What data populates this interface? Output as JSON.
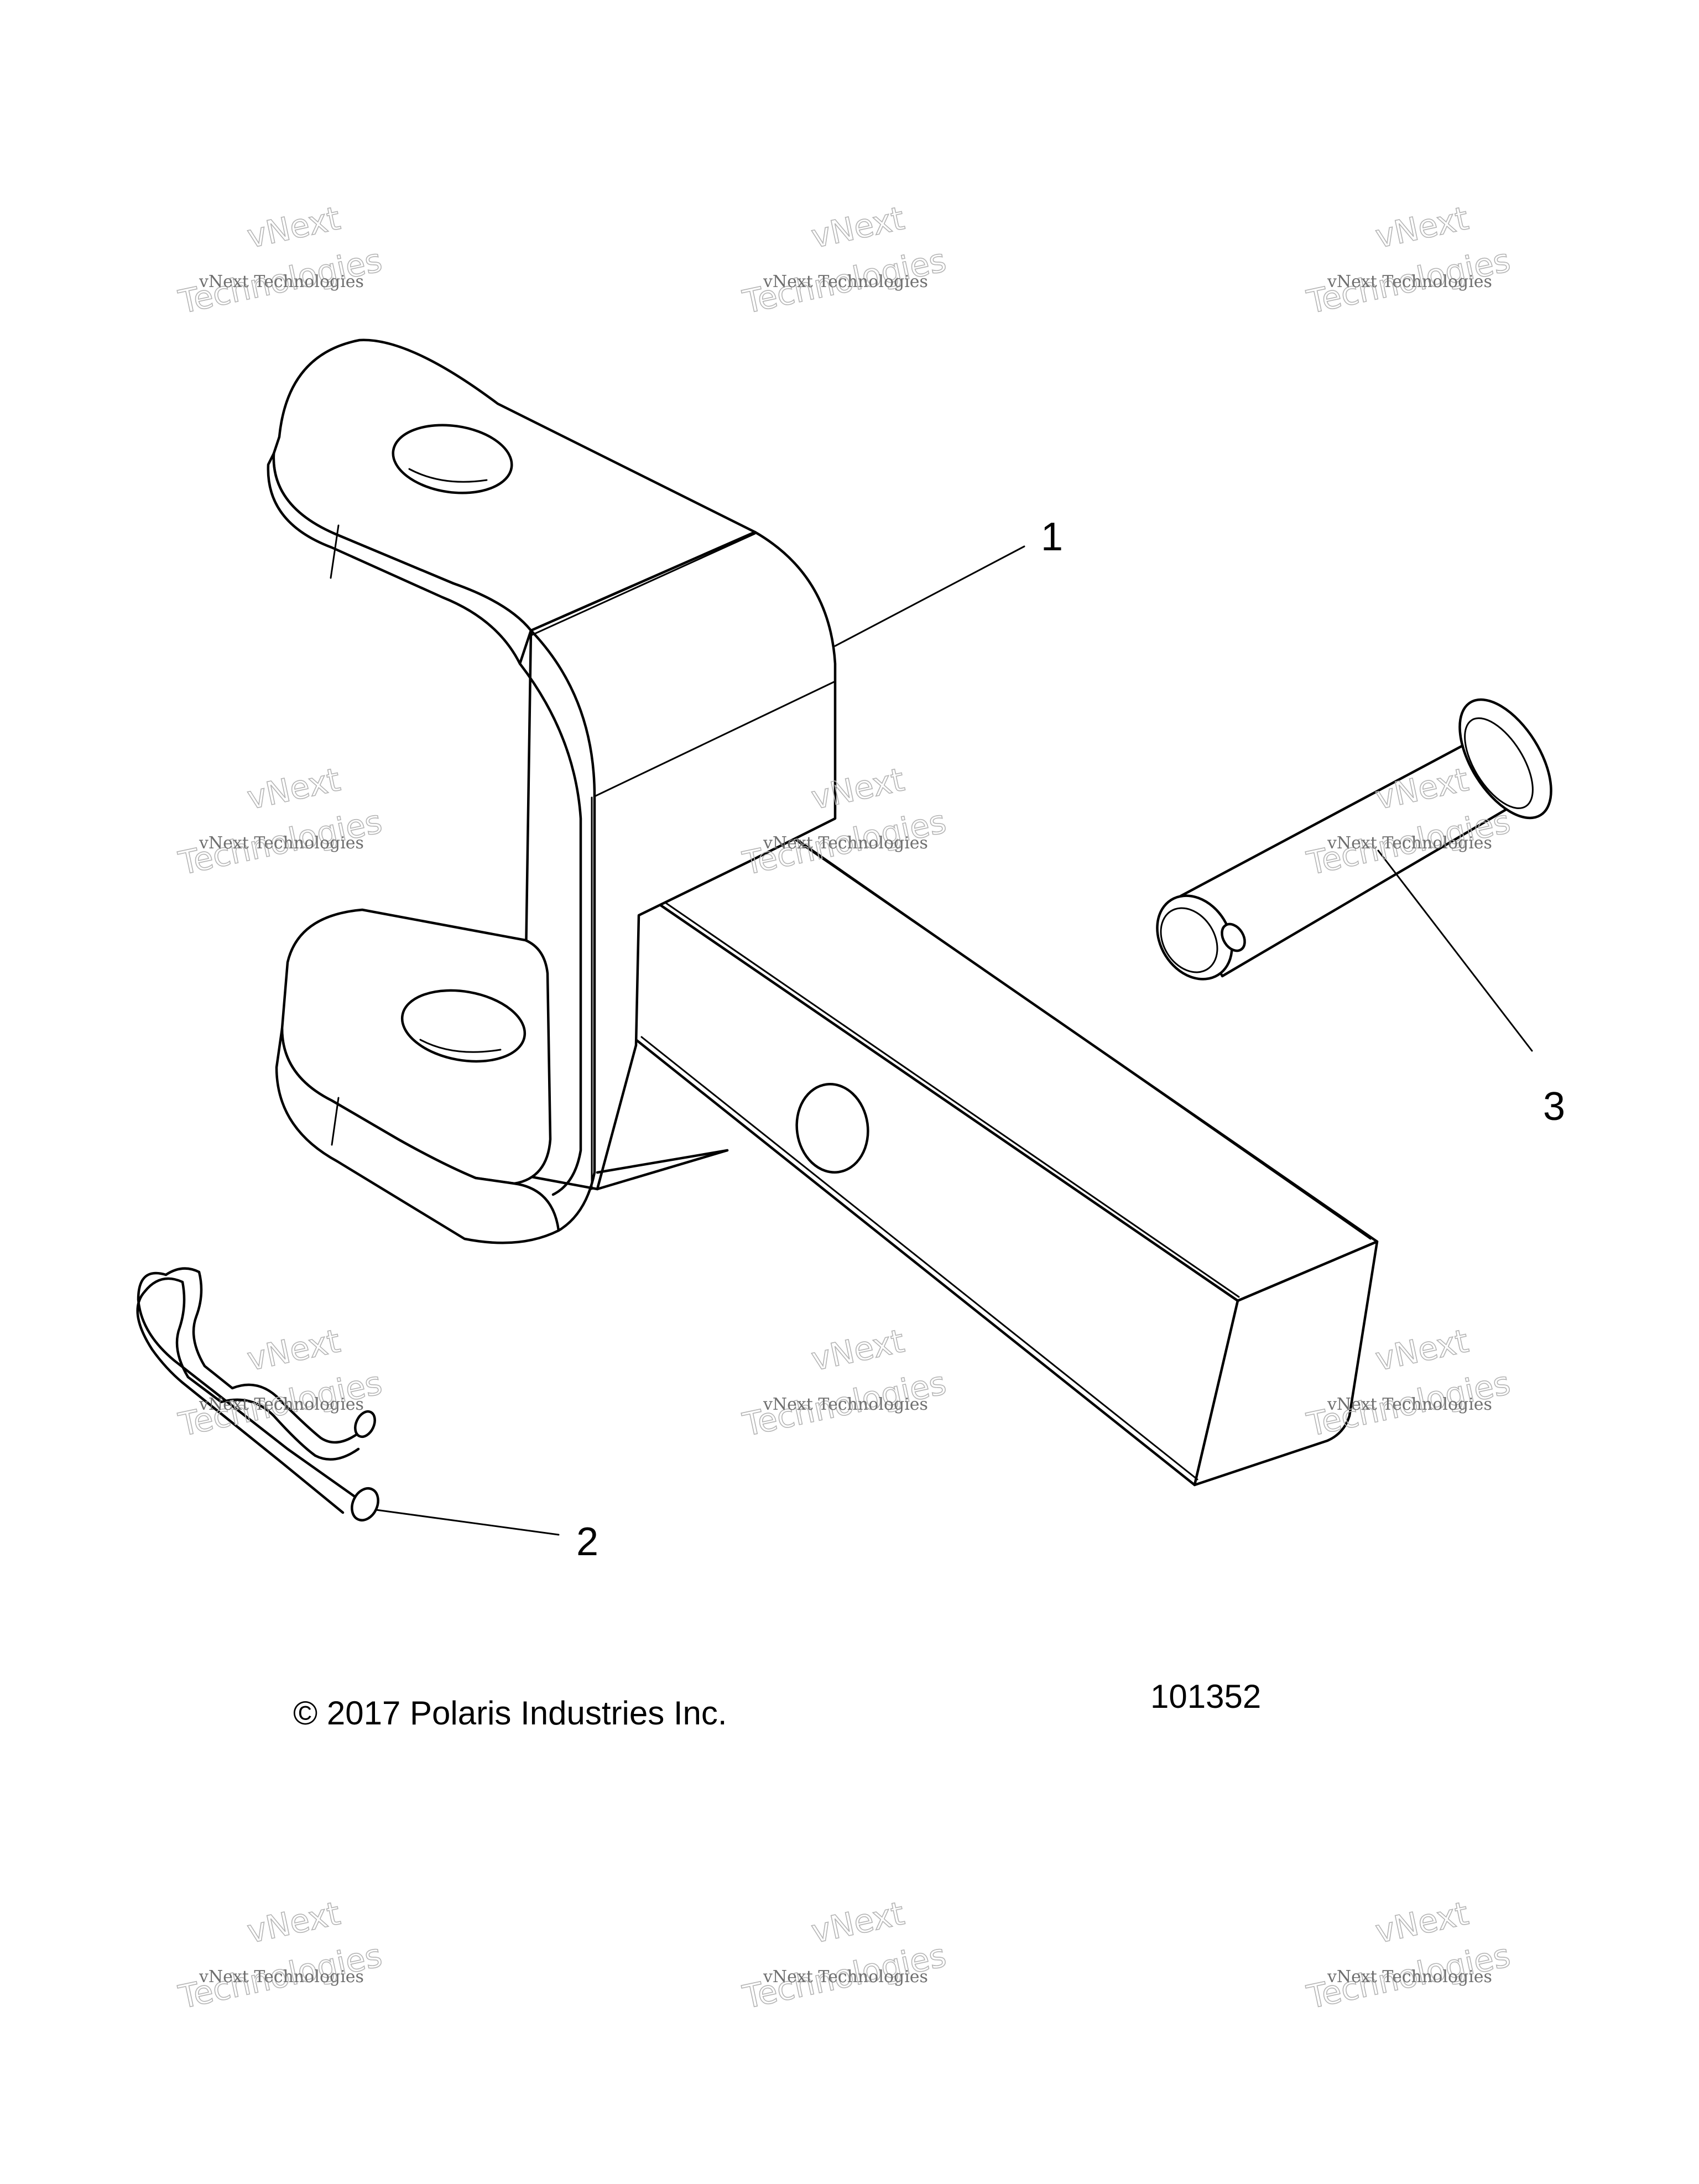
{
  "callouts": [
    {
      "number": "1",
      "part": "hitch-receiver"
    },
    {
      "number": "2",
      "part": "hitch-pin-clip"
    },
    {
      "number": "3",
      "part": "clevis-pin"
    }
  ],
  "footer": {
    "copyright": "© 2017 Polaris Industries Inc.",
    "figure_number": "101352"
  },
  "watermark": {
    "top_line": "vNext",
    "small_line": "vNext Technologies",
    "big_line": "Technologies"
  }
}
